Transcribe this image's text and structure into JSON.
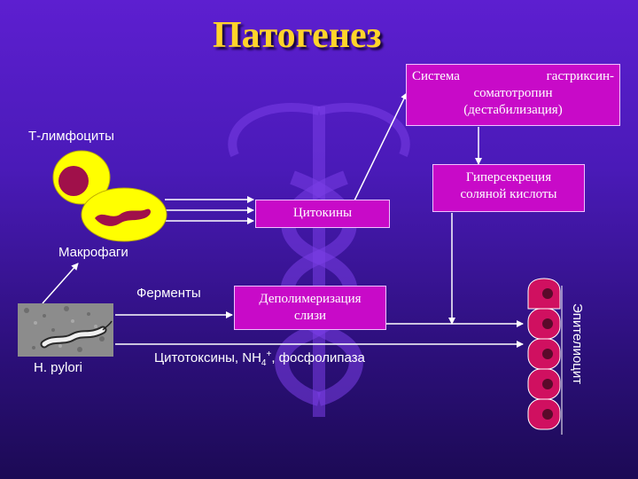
{
  "title": "Патогенез",
  "boxes": {
    "system": {
      "line1_left": "Система",
      "line1_right": "гастриксин-",
      "line2": "соматотропин",
      "line3": "(дестабилизация)"
    },
    "hypersecretion": {
      "line1": "Гиперсекреция",
      "line2": "соляной кислоты"
    },
    "cytokines": "Цитокины",
    "depolymerization": {
      "line1": "Деполимеризация",
      "line2": "слизи"
    }
  },
  "labels": {
    "t_lymphocytes": "Т-лимфоциты",
    "macrophages": "Макрофаги",
    "enzymes": "Ферменты",
    "cytotoxins_prefix": "Цитотоксины, NH",
    "cytotoxins_sub": "4",
    "cytotoxins_sup": "+",
    "cytotoxins_suffix": ", фосфолипаза",
    "h_pylori": "H. pylori",
    "epithelium": "Эпителиоцит"
  },
  "colors": {
    "background_top": "#5d1fd0",
    "background_bottom": "#1c0a55",
    "title": "#ffd42a",
    "box_fill": "#c80ac8",
    "cell_yellow": "#ffff00",
    "cell_nucleus": "#a0104a",
    "epithelial_cell": "#d01060"
  }
}
